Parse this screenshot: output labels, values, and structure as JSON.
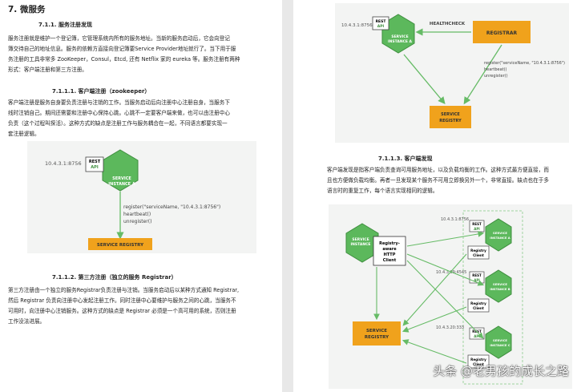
{
  "left_page": {
    "chapter": "7.  微服务",
    "section_title": "7.1.1.  服务注册发现",
    "section_para": [
      "服务注册就是维护一个登记簿，它管理系统内所有的服务地址。当新的服务启动后，它会向登记",
      "簿交待自己的地址信息。服务的依赖方直接向登记簿要Service Provider地址就行了。当下用于服",
      "务注册的工具非常多 ZooKeeper，Consul，Etcd, 还有 Netflix 家的 eureka 等。服务注册有两种",
      "形式：客户端注册和第三方注册。"
    ],
    "client_title": "7.1.1.1.    客户端注册（zookeeper）",
    "client_para": [
      "客户端注册是服务自身要负责注册与注销的工作。当服务启动后向注册中心注册自身，当服务下",
      "线时注销自己。期间还需要和注册中心保持心跳。心跳不一定要客户端来做，也可以由注册中心",
      "负责（这个过程叫探活）。这种方式的缺点是注册工作与服务耦合在一起，不同语言都要实现一",
      "套注册逻辑。"
    ],
    "fig1": {
      "ip": "10.4.3.1:8756",
      "rest_label": "REST",
      "api_label": "API",
      "service_line1": "SERVICE",
      "service_line2": "INSTANCE A",
      "register_line1": "register(\"serviceName, \"10.4.3.1:8756\")",
      "register_line2": "heartbeat()",
      "register_line3": "unregister()",
      "registry_label": "SERVICE REGISTRY"
    },
    "third_title": "7.1.1.2.    第三方注册（独立的服务 Registrar）",
    "third_para": [
      "第三方注册由一个独立的服务Registrar负责注册与注销。当服务启动后以某种方式通知 Registrar,",
      "然后 Registrar 负责向注册中心发起注册工作。同时注册中心要维护与服务之间的心跳，当服务不",
      "可用时，向注册中心注销服务。这种方式的缺点是 Registrar 必须是一个高可用的系统，否则注册",
      "工作没法进展。"
    ]
  },
  "right_page": {
    "fig2": {
      "ip": "10.4.3.1:8756",
      "rest_label": "REST",
      "api_label": "API",
      "service_line1": "SERVICE",
      "service_line2": "INSTANCE A",
      "healthcheck_label": "HEALTHCHECK",
      "registrar_label": "REGISTRAR",
      "register_line1": "register(\"serviceName, \"10.4.3.1:8756\")",
      "register_line2": "heartbeat()",
      "register_line3": "unregister()",
      "registry_line1": "SERVICE",
      "registry_line2": "REGISTRY"
    },
    "discovery_title": "7.1.1.3.    客户端发现",
    "discovery_para": [
      "客户端发现是指客户端负责查询可用服务地址，以及负载均衡的工作。这种方式最方便直接，而",
      "且也方便做负载均衡。再者一旦发现某个服务不可用立即换另外一个，非常直接。缺点也在于多",
      "语言时的重复工作，每个语言实现相同的逻辑。"
    ],
    "fig3": {
      "client_service_line1": "SERVICE",
      "client_service_line2": "INSTANCE",
      "client_box_line1": "Registry-",
      "client_box_line2": "aware",
      "client_box_line3": "HTTP",
      "client_box_line4": "Client",
      "ip_a": "10.4.3.1:8756",
      "ip_b": "10.4.3.99:4545",
      "ip_c": "10.4.3.20:333",
      "rest_label": "REST",
      "api_label": "API",
      "instance_a_line1": "SERVICE",
      "instance_a_line2": "INSTANCE A",
      "instance_b_line1": "SERVICE",
      "instance_b_line2": "INSTANCE B",
      "instance_c_line1": "SERVICE",
      "instance_c_line2": "INSTANCE C",
      "registry_client_line1": "Registry",
      "registry_client_line2": "Client",
      "registry_line1": "SERVICE",
      "registry_line2": "REGISTRY"
    },
    "watermark": "头条 @老男孩的成长之路"
  },
  "colors": {
    "hex_green": "#5cb85c",
    "hex_dark_green": "#3e8e3e",
    "registry_orange": "#f0a21c",
    "arrow_green": "#66bb66",
    "figure_bg": "#f3f4f3",
    "dashed_border": "#9fd49f"
  }
}
